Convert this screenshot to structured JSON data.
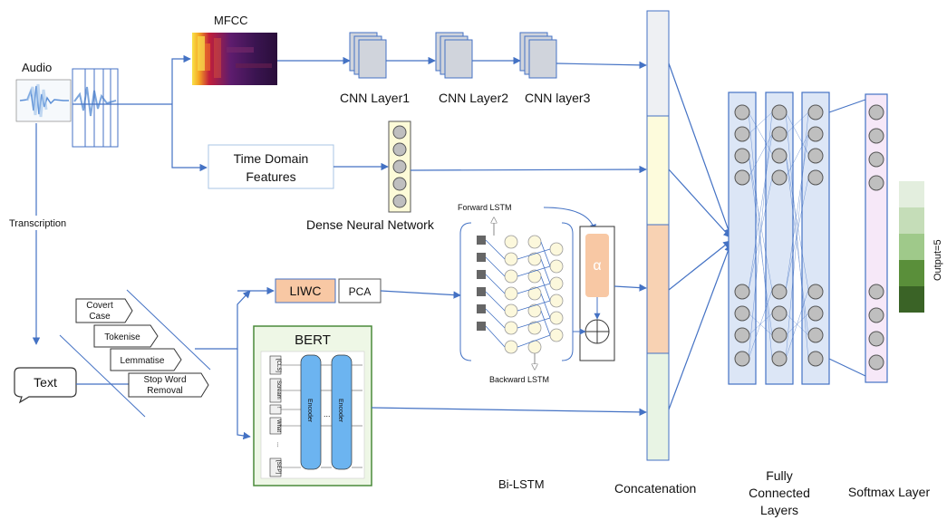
{
  "labels": {
    "audio": "Audio",
    "mfcc": "MFCC",
    "cnn1": "CNN Layer1",
    "cnn2": "CNN Layer2",
    "cnn3": "CNN layer3",
    "time_domain_line1": "Time Domain",
    "time_domain_line2": "Features",
    "dense": "Dense Neural Network",
    "transcription": "Transcription",
    "text": "Text",
    "covert_line1": "Covert",
    "covert_line2": "Case",
    "tokenise": "Tokenise",
    "lemmatise": "Lemmatise",
    "stopword_line1": "Stop Word",
    "stopword_line2": "Removal",
    "liwc": "LIWC",
    "pca": "PCA",
    "bert": "BERT",
    "forward_lstm": "Forward LSTM",
    "backward_lstm": "Backward LSTM",
    "alpha": "α",
    "bilstm": "Bi-LSTM",
    "concatenation": "Concatenation",
    "fc_line1": "Fully",
    "fc_line2": "Connected",
    "fc_line3": "Layers",
    "softmax": "Softmax Layer",
    "output": "Output=5",
    "bert_tokens": [
      "[CLS]",
      "Scream",
      "!",
      "What",
      "...",
      "[SEP]"
    ],
    "encoder": "Encoder",
    "encoder_dots": "..."
  },
  "colors": {
    "arrow": "#4472c4",
    "concat_segments": [
      "#eef0f3",
      "#fdfbdc",
      "#f8d2b3",
      "#e8f4e4"
    ],
    "fc_fill": "#dce6f6",
    "softmax_fill": "#f6e8f8",
    "liwc_fill": "#f8c8a4",
    "bert_fill": "#eef7e6",
    "encoder_fill": "#6cb4f0",
    "output_scale": [
      "#e3eede",
      "#c5ddb8",
      "#9fc98a",
      "#5a8f3a",
      "#3a6326"
    ]
  }
}
